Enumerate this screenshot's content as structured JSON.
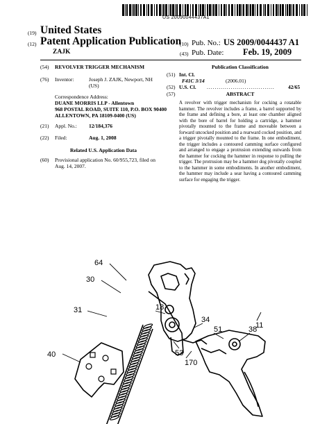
{
  "header": {
    "pub_number_barcode": "US 20090044437A1",
    "code_19": "(19)",
    "country": "United States",
    "code_12": "(12)",
    "pub_type": "Patent Application Publication",
    "inventor_short": "ZAJK",
    "code_10": "(10)",
    "pub_no_label": "Pub. No.:",
    "pub_no": "US 2009/0044437 A1",
    "code_43": "(43)",
    "pub_date_label": "Pub. Date:",
    "pub_date": "Feb. 19, 2009"
  },
  "left": {
    "title_code": "(54)",
    "title": "REVOLVER TRIGGER MECHANISM",
    "inventor_code": "(76)",
    "inventor_label": "Inventor:",
    "inventor_value": "Joseph J. ZAJK, Newport, NH (US)",
    "corr_label": "Correspondence Address:",
    "corr_lines": [
      "DUANE MORRIS LLP - Allentown",
      "968 POSTAL ROAD, SUITE 110, P.O. BOX 90400",
      "ALLENTOWN, PA 18109-0400 (US)"
    ],
    "appl_code": "(21)",
    "appl_label": "Appl. No.:",
    "appl_value": "12/184,376",
    "filed_code": "(22)",
    "filed_label": "Filed:",
    "filed_value": "Aug. 1, 2008",
    "related_heading": "Related U.S. Application Data",
    "prov_code": "(60)",
    "prov_text": "Provisional application No. 60/955,723, filed on Aug. 14, 2007."
  },
  "right": {
    "classification_heading": "Publication Classification",
    "int_code": "(51)",
    "int_label": "Int. Cl.",
    "int_class": "F41C 3/14",
    "int_year": "(2006.01)",
    "us_code": "(52)",
    "us_label": "U.S. Cl.",
    "us_value": "42/65",
    "abstract_code": "(57)",
    "abstract_heading": "ABSTRACT",
    "abstract_text": "A revolver with trigger mechanism for cocking a rotatable hammer. The revolver includes a frame, a barrel supported by the frame and defining a bore, at least one chamber aligned with the bore of barrel for holding a cartridge, a hammer pivotally mounted to the frame and moveable between a forward uncocked position and a rearward cocked position, and a trigger pivotally mounted to the frame. In one embodiment, the trigger includes a contoured camming surface configured and arranged to engage a protrusion extending outwards from the hammer for cocking the hammer in response to pulling the trigger. The protrusion may be a hammer dog pivotally coupled to the hammer in some embodiments. In another embodiment, the hammer may include a sear having a contoured camming surface for engaging the trigger."
  },
  "figure": {
    "labels": [
      "18",
      "34",
      "51",
      "38",
      "64",
      "30",
      "53",
      "170",
      "31",
      "11",
      "40"
    ]
  }
}
